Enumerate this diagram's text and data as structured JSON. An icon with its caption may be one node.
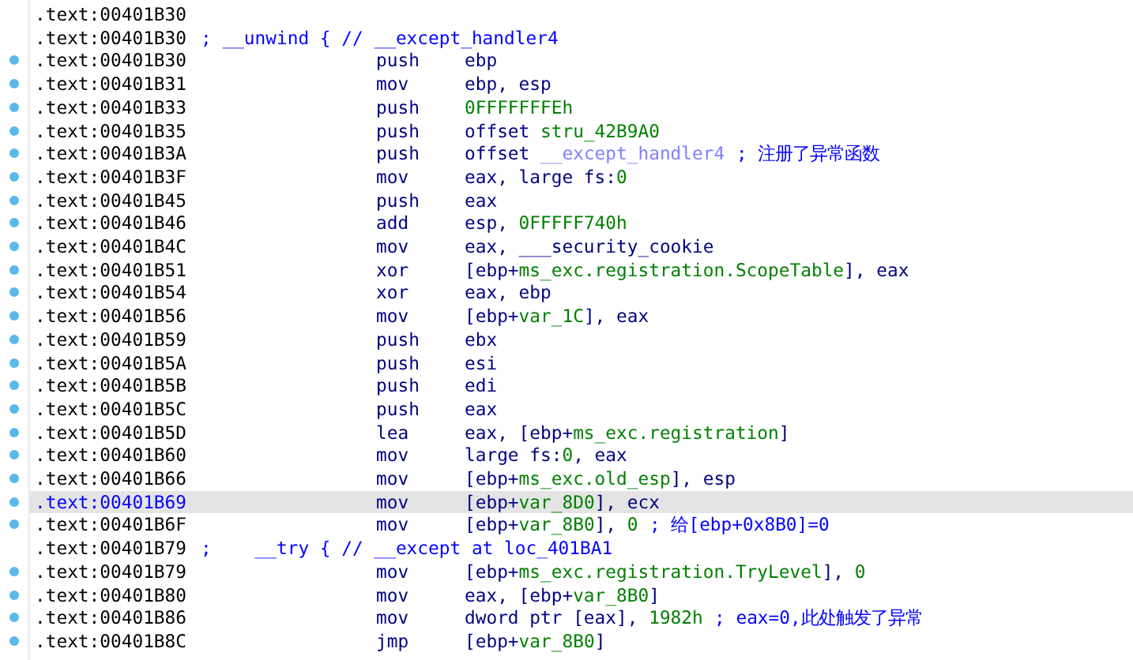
{
  "diagram": {
    "labels": [
      ".text:00401B30",
      ".text:00401B30",
      "; __unwind { // __except_handler4",
      ".text:00401B30",
      "push",
      "ebp",
      ".text:00401B31",
      "mov",
      "ebp, esp",
      ".text:00401B33",
      "push",
      "0FFFFFFFEh",
      ".text:00401B35",
      "push",
      "offset stru_42B9A0",
      ".text:00401B3A",
      "push",
      "offset __except_handler4",
      "; 注册了异常函数",
      ".text:00401B3F",
      "mov",
      "eax, large fs:0",
      ".text:00401B45",
      "push",
      "eax",
      ".text:00401B46",
      "add",
      "esp, 0FFFFF740h",
      ".text:00401B4C",
      "mov",
      "eax, ___security_cookie",
      ".text:00401B51",
      "xor",
      "[ebp+ms_exc.registration.ScopeTable], eax",
      ".text:00401B54",
      "xor",
      "eax, ebp",
      ".text:00401B56",
      "mov",
      "[ebp+var_1C], eax",
      ".text:00401B59",
      "push",
      "ebx",
      ".text:00401B5A",
      "push",
      "esi",
      ".text:00401B5B",
      "push",
      "edi",
      ".text:00401B5C",
      "push",
      "eax",
      ".text:00401B5D",
      "lea",
      "eax, [ebp+ms_exc.registration]",
      ".text:00401B60",
      "mov",
      "large fs:0, eax",
      ".text:00401B66",
      "mov",
      "[ebp+ms_exc.old_esp], esp",
      ".text:00401B69",
      "mov",
      "[ebp+var_8D0], ecx",
      ".text:00401B6F",
      "mov",
      "[ebp+var_8B0], 0",
      "; 给[ebp+0x8B0]=0",
      ".text:00401B79",
      ";    __try { // __except at loc_401BA1",
      ".text:00401B79",
      "mov",
      "[ebp+ms_exc.registration.TryLevel], 0",
      ".text:00401B80",
      "mov",
      "eax, [ebp+var_8B0]",
      ".text:00401B86",
      "mov",
      "dword ptr [eax], 1982h",
      "; eax=0,此处触发了异常",
      ".text:00401B8C",
      "jmp",
      "[ebp+var_8B0]"
    ]
  }
}
